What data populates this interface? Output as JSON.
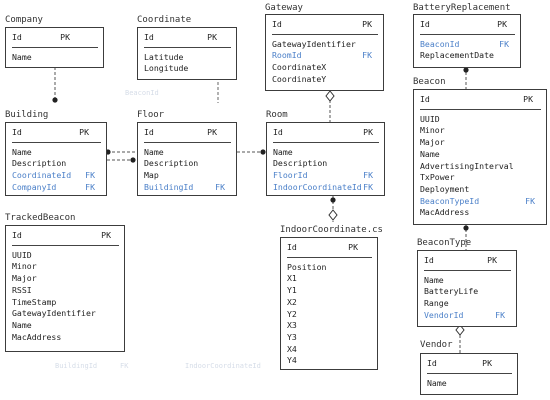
{
  "entities": {
    "company": {
      "title": "Company",
      "id_label": "Id",
      "pk_label": "PK",
      "fields": [
        {
          "name": "Name",
          "tag": ""
        }
      ]
    },
    "coordinate": {
      "title": "Coordinate",
      "id_label": "Id",
      "pk_label": "PK",
      "fields": [
        {
          "name": "Latitude",
          "tag": ""
        },
        {
          "name": "Longitude",
          "tag": ""
        }
      ]
    },
    "gateway": {
      "title": "Gateway",
      "id_label": "Id",
      "pk_label": "PK",
      "fields": [
        {
          "name": "GatewayIdentifier",
          "tag": ""
        },
        {
          "name": "RoomId",
          "tag": "FK"
        },
        {
          "name": "CoordinateX",
          "tag": ""
        },
        {
          "name": "CoordinateY",
          "tag": ""
        }
      ]
    },
    "battery": {
      "title": "BatteryReplacement",
      "id_label": "Id",
      "pk_label": "PK",
      "fields": [
        {
          "name": "BeaconId",
          "tag": "FK"
        },
        {
          "name": "ReplacementDate",
          "tag": ""
        }
      ]
    },
    "beacon": {
      "title": "Beacon",
      "id_label": "Id",
      "pk_label": "PK",
      "fields": [
        {
          "name": "UUID",
          "tag": ""
        },
        {
          "name": "Minor",
          "tag": ""
        },
        {
          "name": "Major",
          "tag": ""
        },
        {
          "name": "Name",
          "tag": ""
        },
        {
          "name": "AdvertisingInterval",
          "tag": ""
        },
        {
          "name": "TxPower",
          "tag": ""
        },
        {
          "name": "Deployment",
          "tag": ""
        },
        {
          "name": "BeaconTypeId",
          "tag": "FK"
        },
        {
          "name": "MacAddress",
          "tag": ""
        }
      ]
    },
    "building": {
      "title": "Building",
      "id_label": "Id",
      "pk_label": "PK",
      "fields": [
        {
          "name": "Name",
          "tag": ""
        },
        {
          "name": "Description",
          "tag": ""
        },
        {
          "name": "CoordinateId",
          "tag": "FK"
        },
        {
          "name": "CompanyId",
          "tag": "FK"
        }
      ]
    },
    "floor": {
      "title": "Floor",
      "id_label": "Id",
      "pk_label": "PK",
      "fields": [
        {
          "name": "Name",
          "tag": ""
        },
        {
          "name": "Description",
          "tag": ""
        },
        {
          "name": "Map",
          "tag": ""
        },
        {
          "name": "BuildingId",
          "tag": "FK"
        }
      ]
    },
    "room": {
      "title": "Room",
      "id_label": "Id",
      "pk_label": "PK",
      "fields": [
        {
          "name": "Name",
          "tag": ""
        },
        {
          "name": "Description",
          "tag": ""
        },
        {
          "name": "FloorId",
          "tag": "FK"
        },
        {
          "name": "IndoorCoordinateId",
          "tag": "FK"
        }
      ]
    },
    "tracked": {
      "title": "TrackedBeacon",
      "id_label": "Id",
      "pk_label": "PK",
      "fields": [
        {
          "name": "UUID",
          "tag": ""
        },
        {
          "name": "Minor",
          "tag": ""
        },
        {
          "name": "Major",
          "tag": ""
        },
        {
          "name": "RSSI",
          "tag": ""
        },
        {
          "name": "TimeStamp",
          "tag": ""
        },
        {
          "name": "GatewayIdentifier",
          "tag": ""
        },
        {
          "name": "Name",
          "tag": ""
        },
        {
          "name": "MacAddress",
          "tag": ""
        }
      ]
    },
    "indoor": {
      "title": "IndoorCoordinate.cs",
      "id_label": "Id",
      "pk_label": "PK",
      "fields": [
        {
          "name": "Position",
          "tag": ""
        },
        {
          "name": "X1",
          "tag": ""
        },
        {
          "name": "Y1",
          "tag": ""
        },
        {
          "name": "X2",
          "tag": ""
        },
        {
          "name": "Y2",
          "tag": ""
        },
        {
          "name": "X3",
          "tag": ""
        },
        {
          "name": "Y3",
          "tag": ""
        },
        {
          "name": "X4",
          "tag": ""
        },
        {
          "name": "Y4",
          "tag": ""
        }
      ]
    },
    "beacontype": {
      "title": "BeaconType",
      "id_label": "Id",
      "pk_label": "PK",
      "fields": [
        {
          "name": "Name",
          "tag": ""
        },
        {
          "name": "BatteryLife",
          "tag": ""
        },
        {
          "name": "Range",
          "tag": ""
        },
        {
          "name": "VendorId",
          "tag": "FK"
        }
      ]
    },
    "vendor": {
      "title": "Vendor",
      "id_label": "Id",
      "pk_label": "PK",
      "fields": [
        {
          "name": "Name",
          "tag": ""
        }
      ]
    }
  },
  "colors": {
    "fk": "#4a7fc8",
    "border": "#3c3c3c",
    "line": "#555555"
  }
}
